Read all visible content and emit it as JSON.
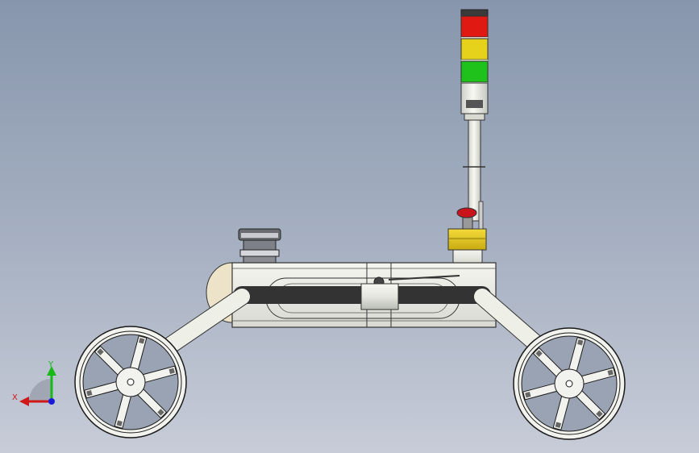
{
  "viewport": {
    "background_top": "#8796ad",
    "background_bottom": "#c7ccd8"
  },
  "triad": {
    "x_label": "X",
    "y_label": "Y",
    "x_color": "#d01818",
    "y_color": "#18b818",
    "z_color": "#1a1ad8"
  },
  "signal_tower": {
    "segments": [
      {
        "name": "red",
        "color": "#e01a12"
      },
      {
        "name": "yellow",
        "color": "#e6d21a"
      },
      {
        "name": "green",
        "color": "#1fc21a"
      }
    ]
  },
  "emergency_button": {
    "cap_color": "#c8141a",
    "base_color": "#e8c81c"
  },
  "frame_color": "#eef0e8",
  "wheel_count": 2
}
